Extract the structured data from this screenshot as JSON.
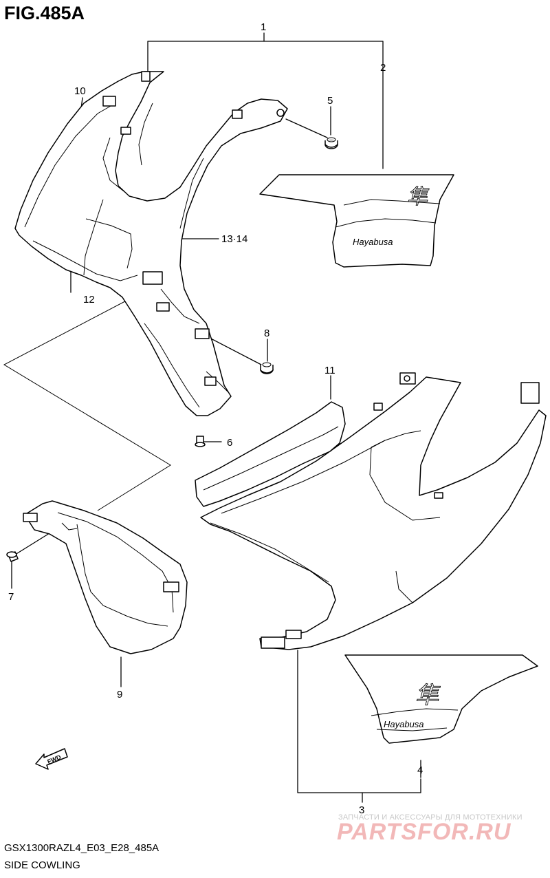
{
  "figure": {
    "title": "FIG.485A",
    "model_code": "GSX1300RAZL4_E03_E28_485A",
    "section": "SIDE COWLING"
  },
  "callouts": [
    "1",
    "2",
    "3",
    "4",
    "5",
    "6",
    "7",
    "8",
    "9",
    "10",
    "11",
    "12",
    "13·14"
  ],
  "direction_marker": "FWD",
  "decal_text": "Hayabusa",
  "watermark": {
    "tagline": "ЗАПЧАСТИ И АКСЕССУАРЫ ДЛЯ МОТОТЕХНИКИ",
    "logo": "PARTSFOR.RU"
  }
}
